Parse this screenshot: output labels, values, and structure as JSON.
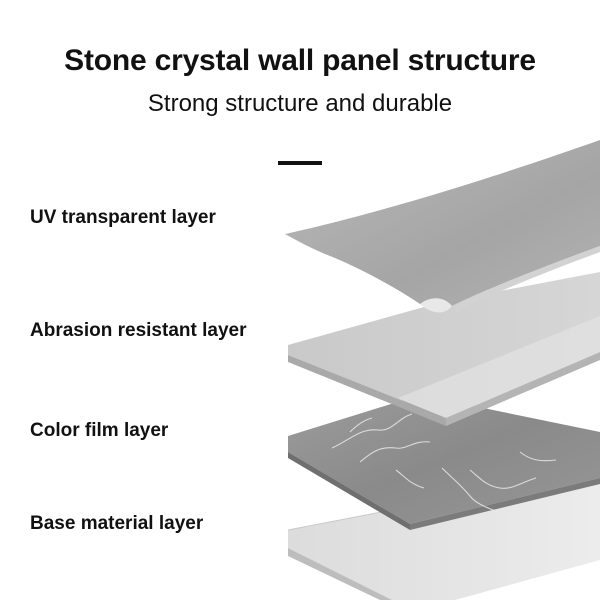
{
  "header": {
    "title": "Stone crystal wall panel structure",
    "subtitle": "Strong structure and durable"
  },
  "layers": [
    {
      "label": "UV transparent layer"
    },
    {
      "label": "Abrasion resistant layer"
    },
    {
      "label": "Color film layer"
    },
    {
      "label": "Base material layer"
    }
  ],
  "colors": {
    "uv_layer": "#a8a8a8",
    "abrasion_layer": "#cfcfcf",
    "color_film_layer": "#8f8f8f",
    "base_layer": "#e4e4e4"
  }
}
